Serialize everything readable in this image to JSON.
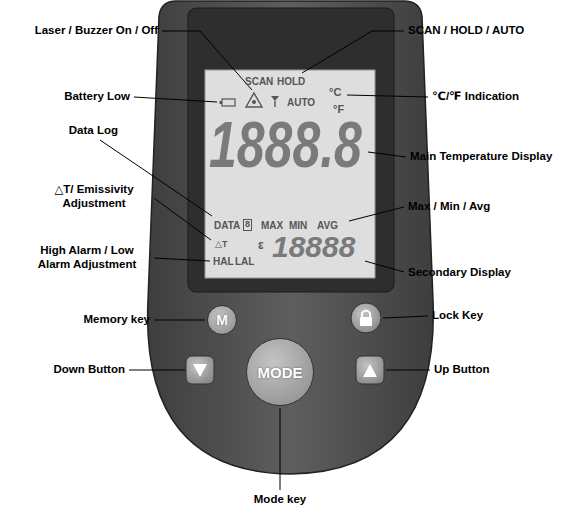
{
  "diagram": {
    "nodes": [
      {
        "text": [
          "M"
        ]
      },
      {
        "text": [
          "MODE"
        ]
      }
    ],
    "labels": [
      "Laser / Buzzer On / Off",
      "SCAN / HOLD / AUTO",
      "Battery Low",
      "℃/℉ Indication",
      "Data Log",
      "Main Temperature Display",
      "△T/ Emissivity Adjustment",
      "Max / Min / Avg",
      "High Alarm / Low Alarm Adjustment",
      "Secondary Display",
      "Memory key",
      "Lock Key",
      "Down Button",
      "Up Button",
      "Mode key",
      "SCAN",
      "HOLD",
      "AUTO",
      "°C",
      "°F",
      "1888.8",
      "DATA",
      "8",
      "MAX",
      "MIN",
      "AVG",
      "△T",
      "ε",
      "18888",
      "HAL",
      "LAL"
    ]
  }
}
